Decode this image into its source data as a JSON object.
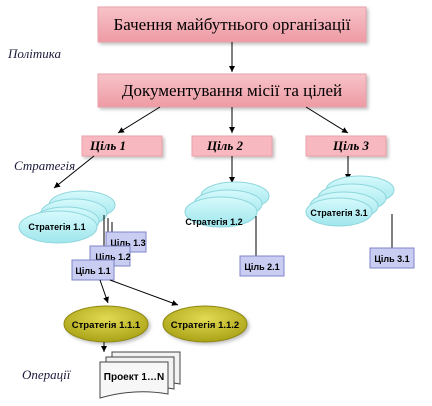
{
  "labels": {
    "policy": "Політика",
    "strategy": "Стратегія",
    "operations": "Операції"
  },
  "banners": {
    "vision": "Бачення майбутнього організації",
    "mission": "Документування місії та цілей"
  },
  "goals": {
    "goal1": "Ціль 1",
    "goal2": "Ціль 2",
    "goal3": "Ціль 3"
  },
  "strategies": {
    "s1_1": "Стратегія 1.1",
    "s1_2": "Стратегія 1.2",
    "s3_1": "Стратегія 3.1",
    "s1_1_1": "Стратегія 1.1.1",
    "s1_1_2": "Стратегія 1.1.2"
  },
  "subgoals": {
    "g1_3": "Ціль 1.3",
    "g1_2": "Ціль 1.2",
    "g1_1": "Ціль 1.1",
    "g2_1": "Ціль 2.1",
    "g3_1": "Ціль 3.1"
  },
  "project": "Проект 1…N",
  "colors": {
    "banner_fill": "#f3a9b1",
    "goal_fill": "#f7b8bf",
    "ellipse_fill": "#b9f0f4",
    "box_fill": "#c9cdf2",
    "olive_fill": "#c8c02a",
    "project_fill": "#f2f2f2"
  }
}
